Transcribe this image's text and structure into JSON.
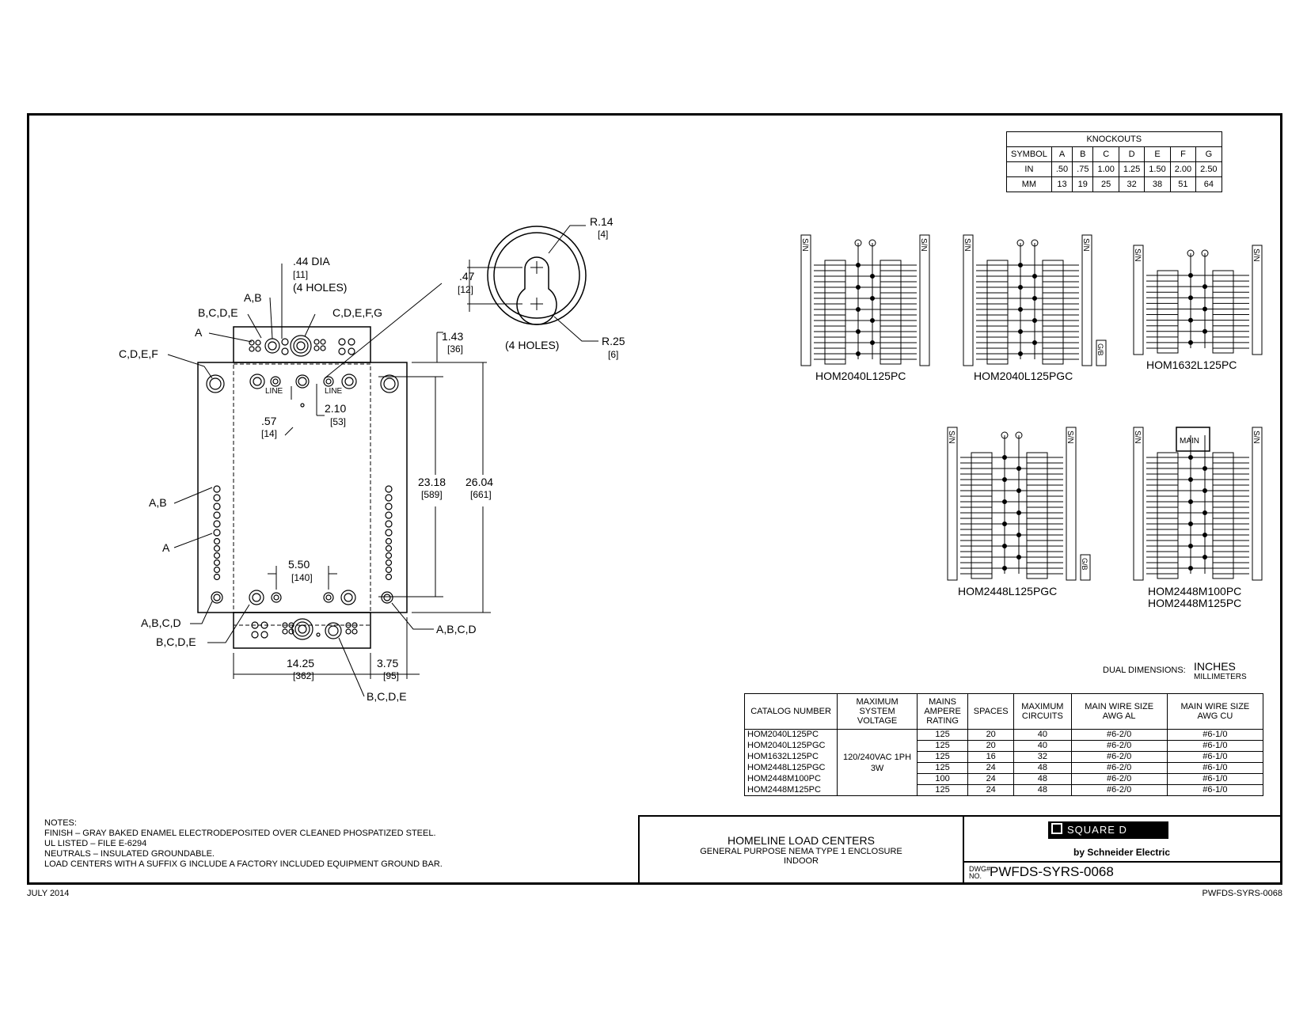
{
  "knockouts": {
    "title": "KNOCKOUTS",
    "header": [
      "SYMBOL",
      "A",
      "B",
      "C",
      "D",
      "E",
      "F",
      "G"
    ],
    "rows": [
      [
        "IN",
        ".50",
        ".75",
        "1.00",
        "1.25",
        "1.50",
        "2.00",
        "2.50"
      ],
      [
        "MM",
        "13",
        "19",
        "25",
        "32",
        "38",
        "51",
        "64"
      ]
    ]
  },
  "dimensions": {
    "dia_main": ".44 DIA",
    "dia_mm": "[11]",
    "dia_holes": "(4 HOLES)",
    "d47": ".47",
    "d47mm": "[12]",
    "r14": "R.14",
    "r14mm": "[4]",
    "r25": "R.25",
    "r25mm": "[6]",
    "keyhole_holes": "(4 HOLES)",
    "d143": "1.43",
    "d143mm": "[36]",
    "d57": ".57",
    "d57mm": "[14]",
    "d210": "2.10",
    "d210mm": "[53]",
    "d2318": "23.18",
    "d2318mm": "[589]",
    "d2604": "26.04",
    "d2604mm": "[661]",
    "d550": "5.50",
    "d550mm": "[140]",
    "d1425": "14.25",
    "d1425mm": "[362]",
    "d375": "3.75",
    "d375mm": "[95]"
  },
  "callouts": {
    "ab_top": "A,B",
    "bcde_top": "B,C,D,E",
    "a_top": "A",
    "cdef": "C,D,E,F",
    "cdefg": "C,D,E,F,G",
    "ab_side": "A,B",
    "a_side": "A",
    "abcd_left": "A,B,C,D",
    "bcde_left": "B,C,D,E",
    "abcd_right": "A,B,C,D",
    "bcde_bottom": "B,C,D,E",
    "line_left": "LINE",
    "line_right": "LINE"
  },
  "wiring": {
    "sn": "S/N",
    "gb": "G/B",
    "main": "MAIN",
    "labels": [
      "HOM2040L125PC",
      "HOM2040L125PGC",
      "HOM1632L125PC",
      "HOM2448L125PGC",
      "HOM2448M100PC",
      "HOM2448M125PC"
    ]
  },
  "dual_dimensions": {
    "label": "DUAL DIMENSIONS:",
    "top": "INCHES",
    "bottom": "MILLIMETERS"
  },
  "spec": {
    "headers": [
      "CATALOG NUMBER",
      "MAXIMUM SYSTEM VOLTAGE",
      "MAINS AMPERE RATING",
      "SPACES",
      "MAXIMUM CIRCUITS",
      "MAIN WIRE SIZE AWG AL",
      "MAIN WIRE SIZE AWG CU"
    ],
    "voltage": "120/240VAC 1PH 3W",
    "rows": [
      [
        "HOM2040L125PC",
        "125",
        "20",
        "40",
        "#6-2/0",
        "#6-1/0"
      ],
      [
        "HOM2040L125PGC",
        "125",
        "20",
        "40",
        "#6-2/0",
        "#6-1/0"
      ],
      [
        "HOM1632L125PC",
        "125",
        "16",
        "32",
        "#6-2/0",
        "#6-1/0"
      ],
      [
        "HOM2448L125PGC",
        "125",
        "24",
        "48",
        "#6-2/0",
        "#6-1/0"
      ],
      [
        "HOM2448M100PC",
        "100",
        "24",
        "48",
        "#6-2/0",
        "#6-1/0"
      ],
      [
        "HOM2448M125PC",
        "125",
        "24",
        "48",
        "#6-2/0",
        "#6-1/0"
      ]
    ]
  },
  "notes": [
    "NOTES:",
    "FINISH – GRAY BAKED ENAMEL ELECTRODEPOSITED OVER CLEANED PHOSPATIZED STEEL.",
    "UL LISTED – FILE E-6294",
    "NEUTRALS – INSULATED GROUNDABLE.",
    "LOAD CENTERS WITH A SUFFIX G INCLUDE A FACTORY INCLUDED EQUIPMENT GROUND BAR."
  ],
  "title_block": {
    "line1": "HOMELINE LOAD CENTERS",
    "line2": "GENERAL PURPOSE NEMA TYPE 1 ENCLOSURE",
    "line3": "INDOOR",
    "brand": "SQUARE D",
    "byline": "by Schneider Electric",
    "dwg_label": "DWG# NO.",
    "dwg_number": "PWFDS-SYRS-0068"
  },
  "footer": {
    "date": "JULY 2014",
    "code": "PWFDS-SYRS-0068"
  }
}
